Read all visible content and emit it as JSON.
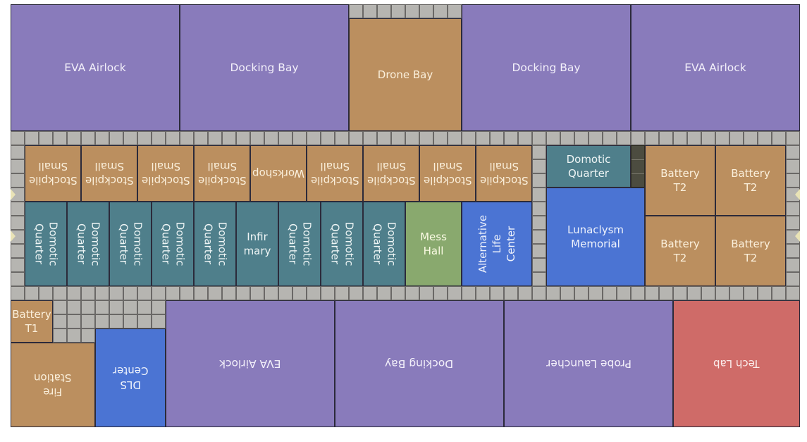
{
  "map": {
    "grid_unit": "tile",
    "colors": {
      "corridor": "#b6b5b1",
      "hangar": "#897bbb",
      "utility": "#bb8f5f",
      "quarters": "#4f7f8b",
      "special": "#4b74d3",
      "food": "#89a96e",
      "research": "#cf6b68",
      "blocked": "#4c4c40"
    },
    "top_row": [
      {
        "label": "EVA Airlock",
        "type": "hangar"
      },
      {
        "label": "Docking Bay",
        "type": "hangar"
      },
      {
        "label": "Drone Bay",
        "type": "utility"
      },
      {
        "label": "Docking Bay",
        "type": "hangar"
      },
      {
        "label": "EVA Airlock",
        "type": "hangar"
      }
    ],
    "stockpile_row": [
      {
        "label": "Stockpile\nSmall",
        "orientation": "upside-down"
      },
      {
        "label": "Stockpile\nSmall",
        "orientation": "upside-down"
      },
      {
        "label": "Stockpile\nSmall",
        "orientation": "upside-down"
      },
      {
        "label": "Stockpile\nSmall",
        "orientation": "upside-down"
      },
      {
        "label": "Workshop",
        "orientation": "upside-down"
      },
      {
        "label": "Stockpile\nSmall",
        "orientation": "upside-down"
      },
      {
        "label": "Stockpile\nSmall",
        "orientation": "upside-down"
      },
      {
        "label": "Stockpile\nSmall",
        "orientation": "upside-down"
      },
      {
        "label": "Stockpile\nSmall",
        "orientation": "upside-down"
      }
    ],
    "quarters_row": [
      {
        "label": "Domotic\nQuarter",
        "type": "quarters"
      },
      {
        "label": "Domotic\nQuarter",
        "type": "quarters"
      },
      {
        "label": "Domotic\nQuarter",
        "type": "quarters"
      },
      {
        "label": "Domotic\nQuarter",
        "type": "quarters"
      },
      {
        "label": "Domotic\nQuarter",
        "type": "quarters"
      },
      {
        "label": "Infir\nmary",
        "type": "quarters"
      },
      {
        "label": "Domotic\nQuarter",
        "type": "quarters"
      },
      {
        "label": "Domotic\nQuarter",
        "type": "quarters"
      },
      {
        "label": "Domotic\nQuarter",
        "type": "quarters"
      },
      {
        "label": "Mess\nHall",
        "type": "food"
      },
      {
        "label": "Alternative\nLife\nCenter",
        "type": "special"
      }
    ],
    "right_block": {
      "domotic_quarter": "Domotic\nQuarter",
      "memorial": "Lunaclysm\nMemorial",
      "batteries": [
        "Battery\nT2",
        "Battery\nT2",
        "Battery\nT2",
        "Battery\nT2"
      ]
    },
    "bottom_row": [
      {
        "label": "Battery\nT1",
        "type": "utility"
      },
      {
        "label": "Fire\nStation",
        "type": "utility",
        "orientation": "upside-down"
      },
      {
        "label": "DLS\nCenter",
        "type": "special",
        "orientation": "upside-down"
      },
      {
        "label": "EVA Airlock",
        "type": "hangar",
        "orientation": "upside-down"
      },
      {
        "label": "Docking Bay",
        "type": "hangar",
        "orientation": "upside-down"
      },
      {
        "label": "Probe Launcher",
        "type": "hangar",
        "orientation": "upside-down"
      },
      {
        "label": "Tech Lab",
        "type": "research",
        "orientation": "upside-down"
      }
    ],
    "entrance_markers": [
      "left",
      "left",
      "right",
      "right"
    ]
  }
}
